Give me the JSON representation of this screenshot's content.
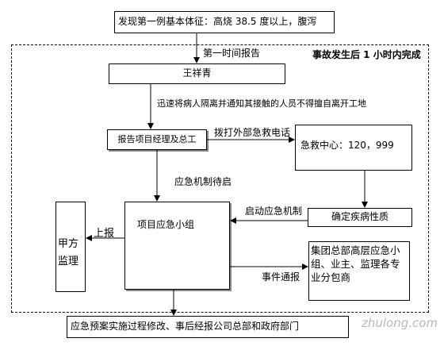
{
  "boxes": {
    "symptom": "发现第一例基本体征：高烧 38.5 度以上，腹泻",
    "person": "王祥青",
    "report": "报告项目经理及总工",
    "emergency_center": "急救中心：120，999",
    "command": "项目应急小组",
    "determine": "确定疾病性质",
    "group_hq": "集团总部高层应急小组、业主、监理各专业分包商",
    "supervisor": "甲方监理",
    "final": "应急预案实施过程修改、事后经报公司总部和政府部门"
  },
  "labels": {
    "first_report": "第一时间报告",
    "dashed_region": "事故发生后 1 小时内完成",
    "isolate": "迅速将病人隔离并通知其接触的人员不得擅自离开工地",
    "call": "拨打外部急救电话",
    "standby": "应急机制待启",
    "start": "启动应急机制",
    "report_up": "上报",
    "notify": "事件通报"
  },
  "watermark": "zhulong.com"
}
